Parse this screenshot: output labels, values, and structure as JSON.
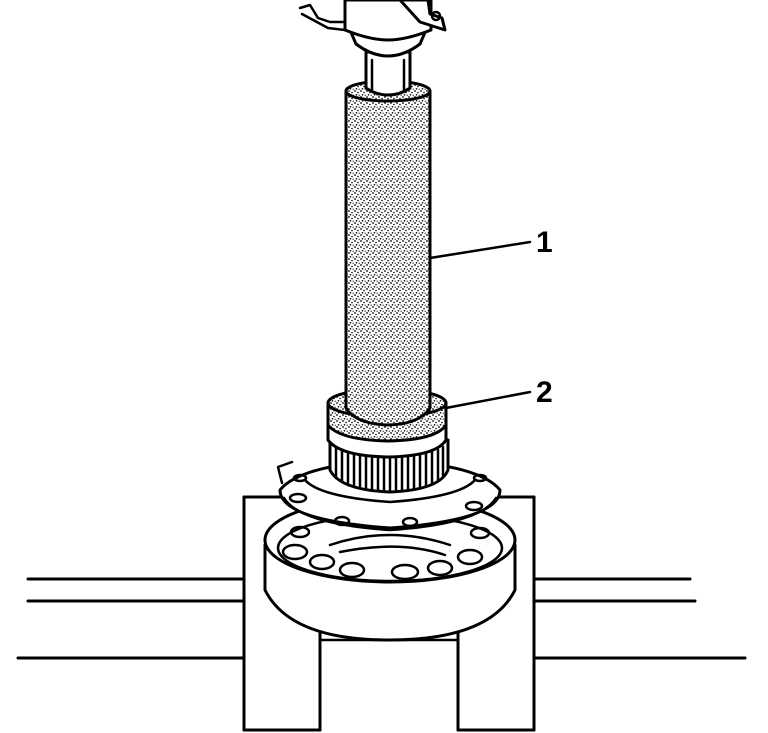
{
  "figure": {
    "callouts": [
      {
        "number": "1",
        "part": "installer-tube"
      },
      {
        "number": "2",
        "part": "installer-adapter"
      }
    ],
    "colors": {
      "ink": "#000000",
      "background": "#ffffff"
    }
  }
}
